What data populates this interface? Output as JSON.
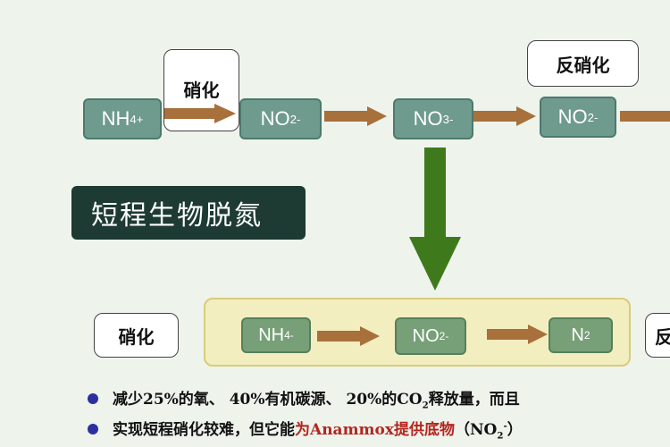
{
  "top_row": {
    "nitrification_label": "硝化",
    "denitrification_label": "反硝化",
    "nodes": [
      {
        "main": "NH",
        "sub": "4",
        "sup": "+"
      },
      {
        "main": "NO",
        "sub": "2",
        "sup": "-"
      },
      {
        "main": "NO",
        "sub": "3",
        "sup": "-"
      },
      {
        "main": "NO",
        "sub": "2",
        "sup": "-"
      }
    ]
  },
  "title": "短程生物脱氮",
  "bottom_row": {
    "left_label": "硝化",
    "right_partial_label": "反",
    "nodes": [
      {
        "main": "NH",
        "sub": "4",
        "sup": "-"
      },
      {
        "main": "NO",
        "sub": "2",
        "sup": "-"
      },
      {
        "main": "N",
        "sub": "",
        "sup": "2"
      }
    ]
  },
  "bullets": {
    "b1_part1": "减少25%的氧、 40%有机碳源、 20%的CO",
    "b1_sub": "2",
    "b1_part2": "释放量，而且",
    "b2_part1": "实现短程硝化较难，但它能",
    "b2_highlight": "为Anammox提供底物",
    "b2_paren": "（NO",
    "b2_sub": "2",
    "b2_sup": "-",
    "b2_close": "）"
  },
  "colors": {
    "arrow": "#a8703a",
    "down_arrow": "#3e7a1c",
    "highlight": "#b3261e"
  }
}
